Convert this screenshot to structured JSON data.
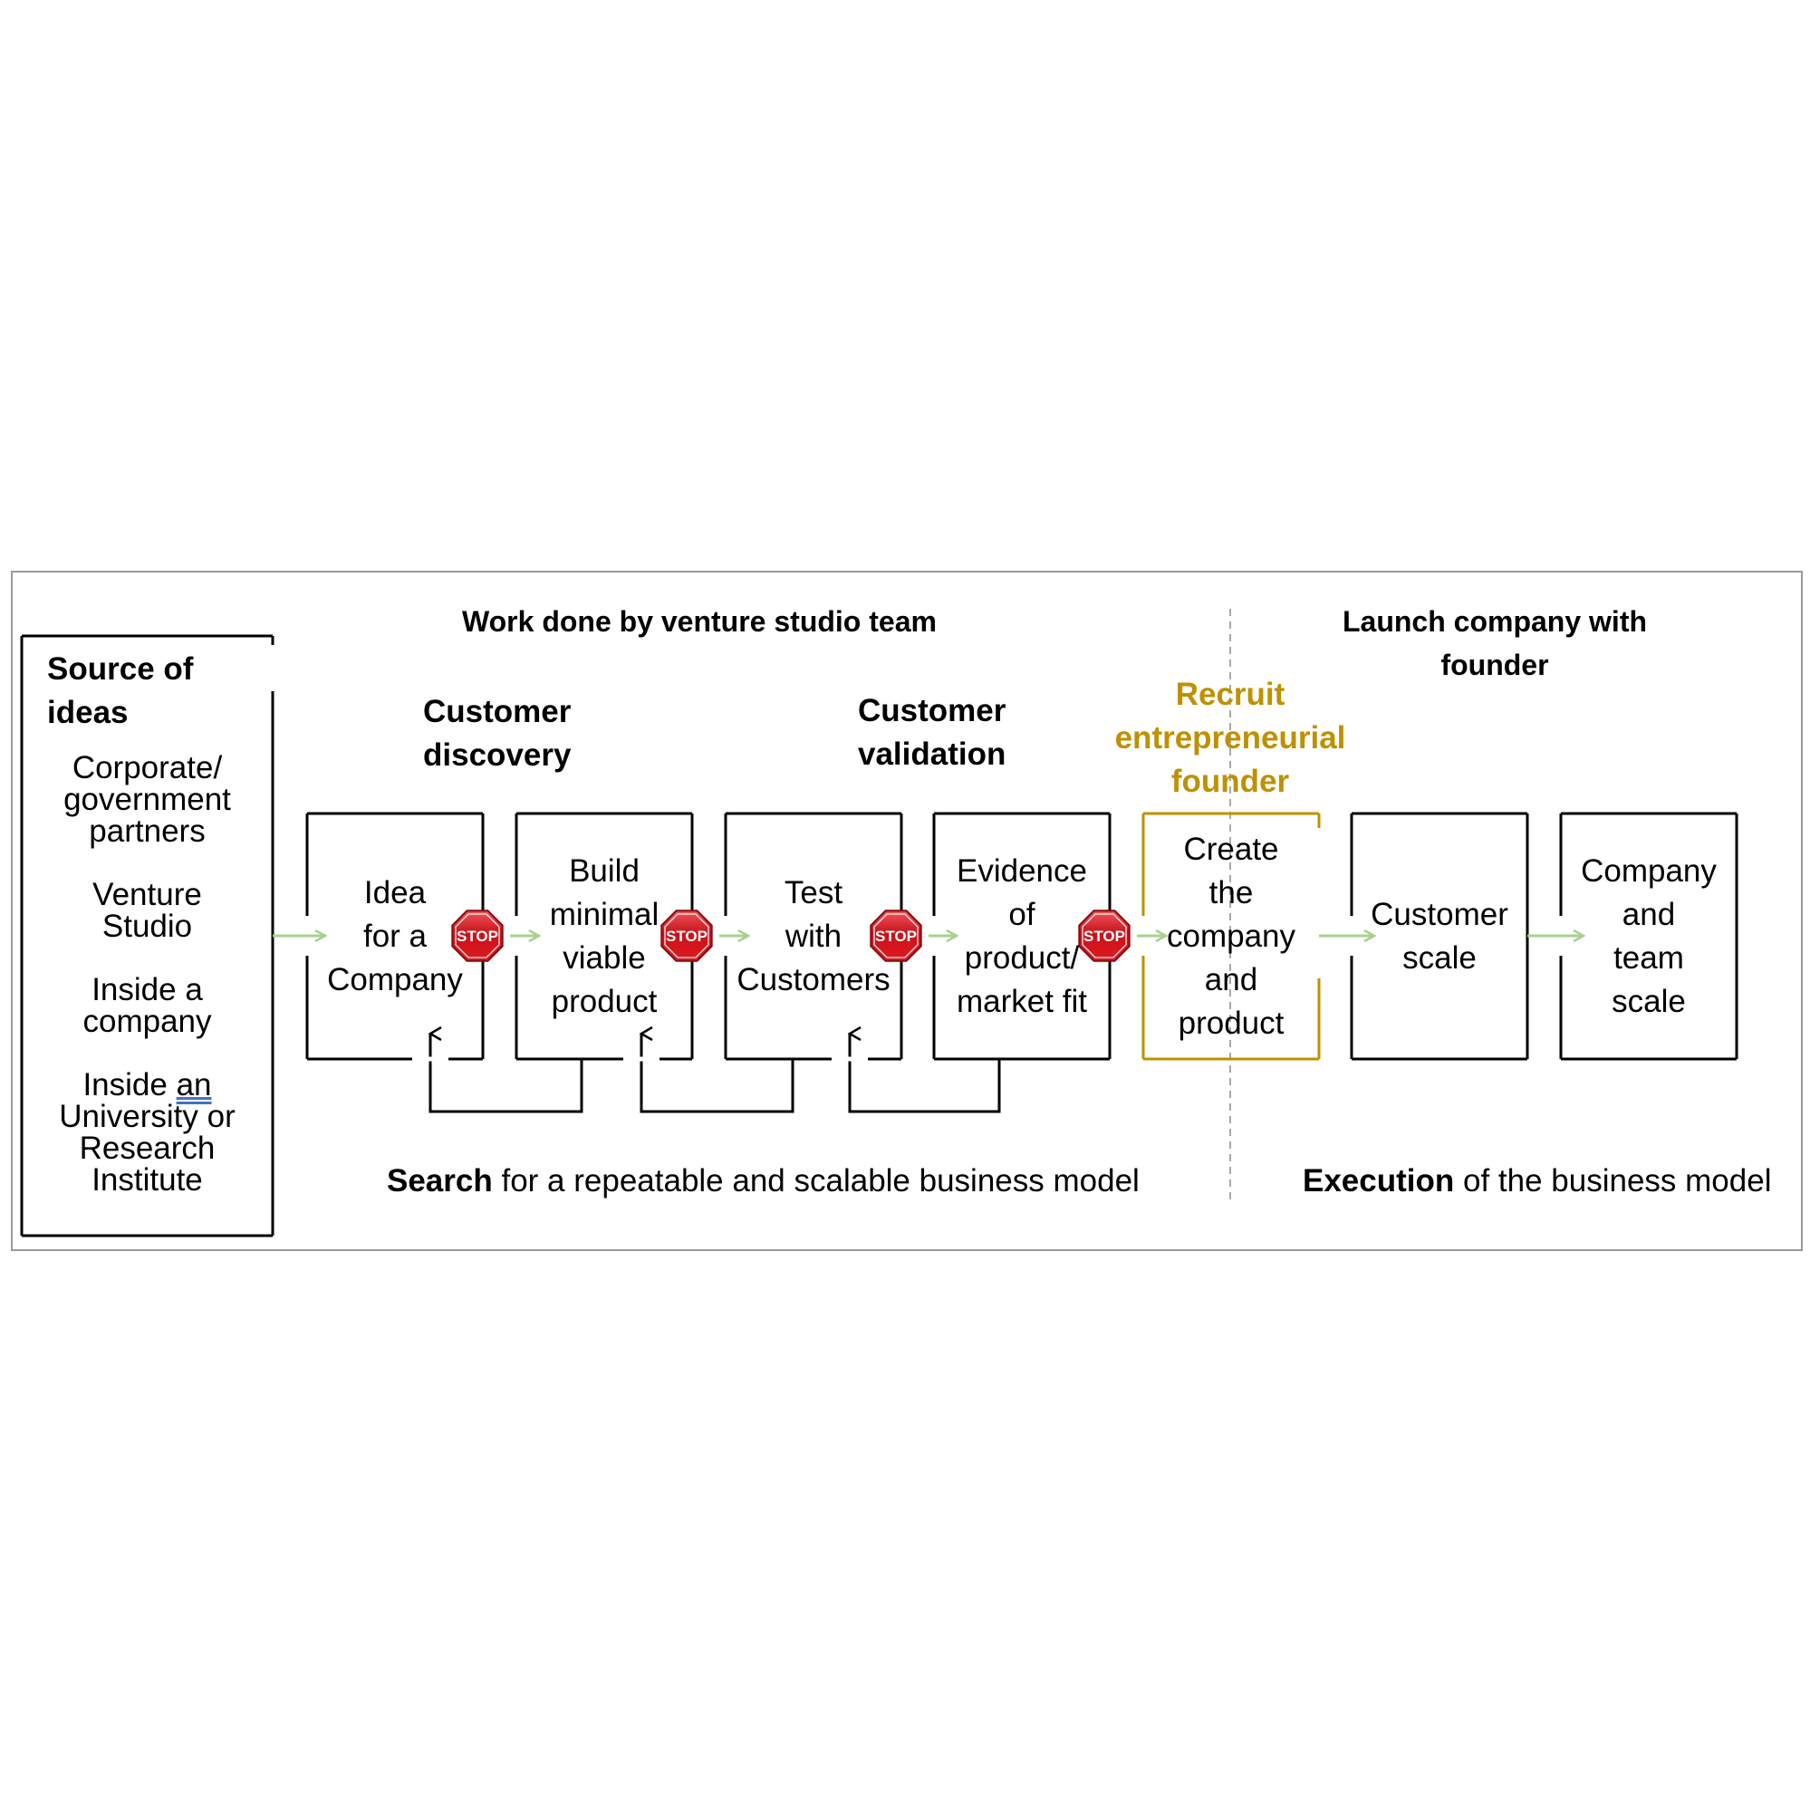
{
  "colors": {
    "frame": "#9a9a9a",
    "box_border": "#000000",
    "highlight": "#C09000",
    "arrow": "#A9D18E",
    "stop_red": "#D0141A",
    "divider": "#8c8c8c"
  },
  "source": {
    "title_line1": "Source of",
    "title_line2": "ideas",
    "items": [
      "Corporate/ government partners",
      "Venture Studio",
      "Inside a company",
      "Inside an University or Research Institute"
    ],
    "item_lines": [
      [
        "Corporate/",
        "government",
        "partners"
      ],
      [
        "Venture",
        "Studio"
      ],
      [
        "Inside a",
        "company"
      ],
      [
        "Inside",
        "an",
        "University or",
        "Research",
        "Institute"
      ]
    ]
  },
  "headers": {
    "studio_team": "Work done by venture studio team",
    "launch_line1": "Launch company with",
    "launch_line2": "founder",
    "discovery_line1": "Customer",
    "discovery_line2": "discovery",
    "validation_line1": "Customer",
    "validation_line2": "validation",
    "recruit_line1": "Recruit",
    "recruit_line2": "entrepreneurial",
    "recruit_line3": "founder"
  },
  "steps": [
    {
      "lines": [
        "Idea",
        "for a",
        "Company"
      ],
      "highlight": false,
      "stop_after": true
    },
    {
      "lines": [
        "Build",
        "minimal",
        "viable",
        "product"
      ],
      "highlight": false,
      "stop_after": true
    },
    {
      "lines": [
        "Test",
        "with",
        "Customers"
      ],
      "highlight": false,
      "stop_after": true
    },
    {
      "lines": [
        "Evidence",
        "of",
        "product/",
        "market fit"
      ],
      "highlight": false,
      "stop_after": true
    },
    {
      "lines": [
        "Create",
        "the",
        "company",
        "and",
        "product"
      ],
      "highlight": true,
      "stop_after": false
    },
    {
      "lines": [
        "Customer",
        "scale"
      ],
      "highlight": false,
      "stop_after": false
    },
    {
      "lines": [
        "Company",
        "and",
        "team",
        "scale"
      ],
      "highlight": false,
      "stop_after": false
    }
  ],
  "stop_sign": {
    "label": "STOP",
    "icon": "stop-sign-icon"
  },
  "captions": {
    "search_bold": "Search",
    "search_rest": " for a repeatable and scalable business model",
    "execution_bold": "Execution",
    "execution_rest": " of the business model"
  }
}
